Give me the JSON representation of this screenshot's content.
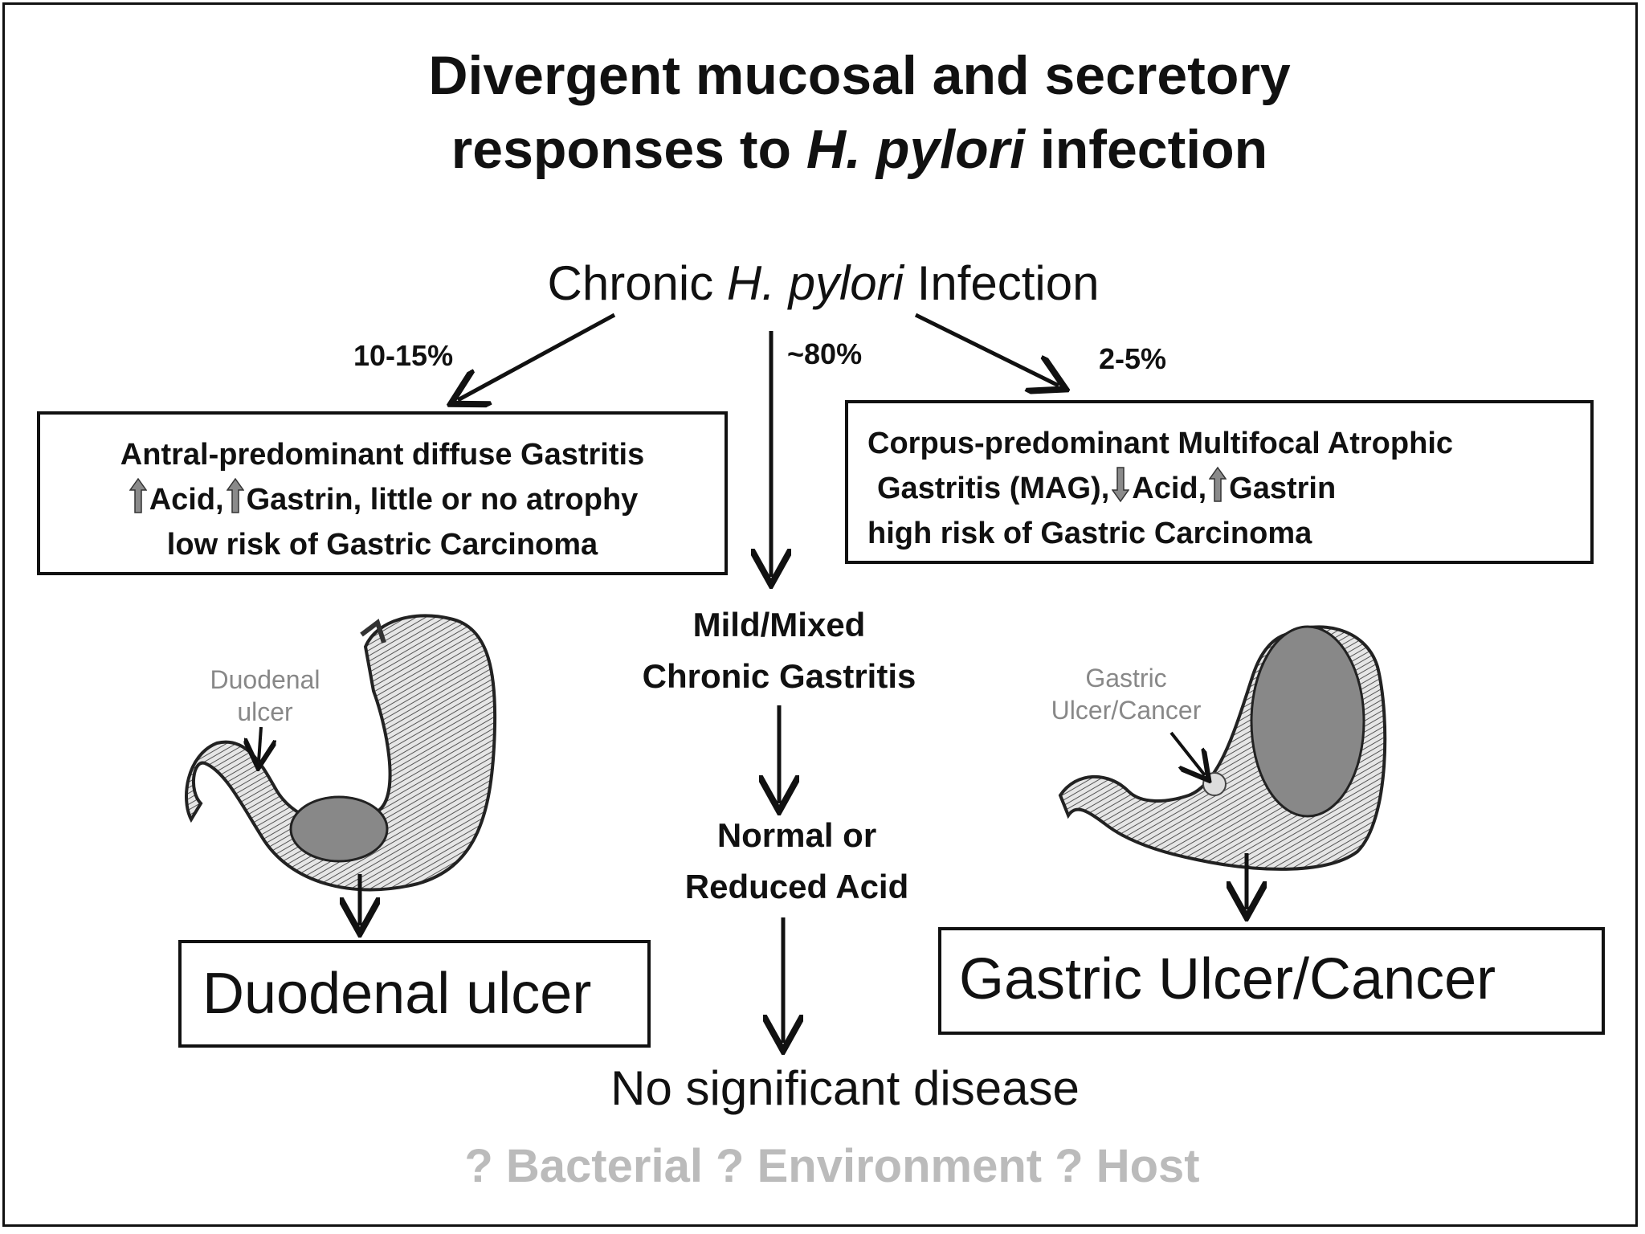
{
  "title": {
    "line1": "Divergent mucosal and secretory",
    "line2_pre": "responses to ",
    "line2_em": "H. pylori",
    "line2_post": " infection"
  },
  "root": {
    "pre": "Chronic ",
    "em": "H. pylori",
    "post": " Infection"
  },
  "branches": {
    "left_pct": "10-15%",
    "center_pct": "~80%",
    "right_pct": "2-5%"
  },
  "left_box": {
    "line1": "Antral-predominant diffuse Gastritis",
    "line2a": "Acid,",
    "line2b": "Gastrin, little or no atrophy",
    "line3": "low risk of Gastric Carcinoma"
  },
  "right_box": {
    "line1": "Corpus-predominant Multifocal Atrophic",
    "line2a": "Gastritis (MAG),",
    "line2b": "Acid,",
    "line2c": "Gastrin",
    "line3": "high risk of Gastric Carcinoma"
  },
  "center": {
    "mild_line1": "Mild/Mixed",
    "mild_line2": "Chronic Gastritis",
    "acid_line1": "Normal or",
    "acid_line2": "Reduced Acid"
  },
  "left_stomach_label": {
    "line1": "Duodenal",
    "line2": "ulcer"
  },
  "right_stomach_label": {
    "line1": "Gastric",
    "line2": "Ulcer/Cancer"
  },
  "outcomes": {
    "left": "Duodenal ulcer",
    "right": "Gastric Ulcer/Cancer",
    "center": "No significant disease"
  },
  "factors": "? Bacterial ? Environment ? Host",
  "colors": {
    "arrow_fill": "#8a8a8a",
    "shaded_region": "#888888",
    "factor_text": "#bbbbbb",
    "label_text": "#888888"
  }
}
